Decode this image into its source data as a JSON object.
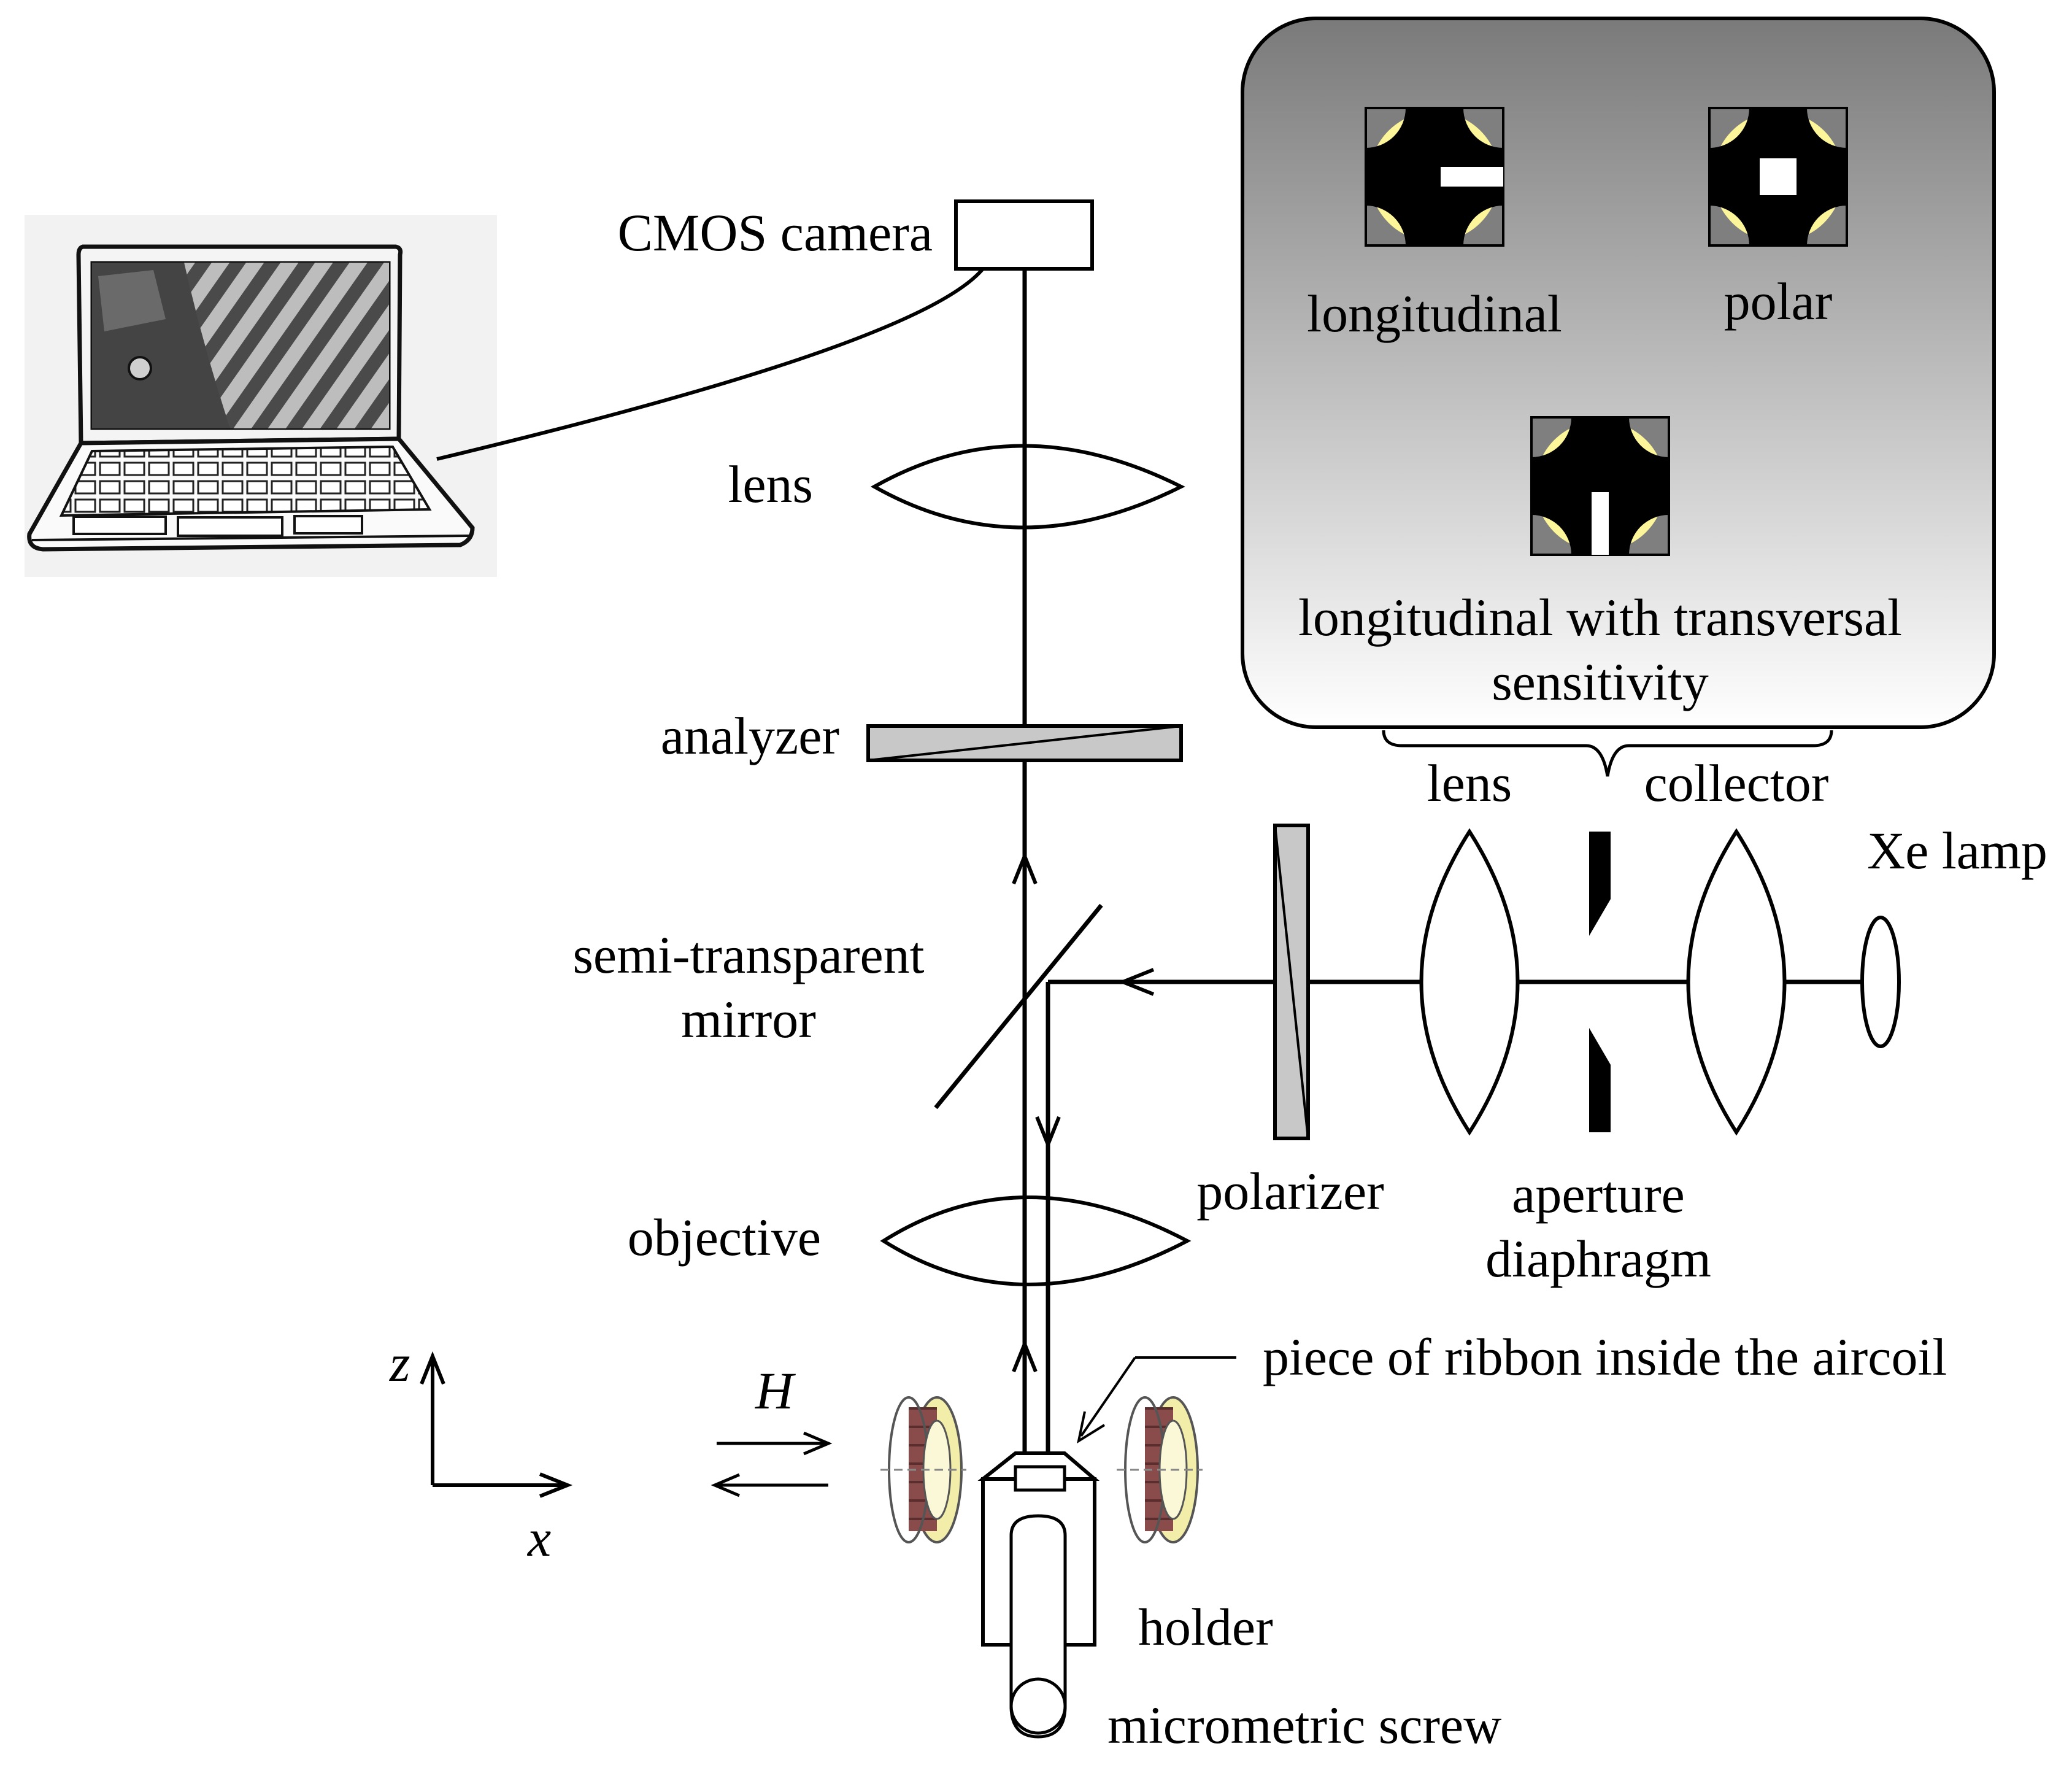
{
  "labels": {
    "cmos_camera": "CMOS camera",
    "lens_top": "lens",
    "analyzer": "analyzer",
    "semi_transparent_line1": "semi-transparent",
    "semi_transparent_line2": "mirror",
    "objective": "objective",
    "polarizer": "polarizer",
    "lens_right": "lens",
    "collector": "collector",
    "xe_lamp": "Xe lamp",
    "aperture_line1": "aperture",
    "aperture_line2": "diaphragm",
    "ribbon": "piece of ribbon inside the aircoil",
    "holder": "holder",
    "micrometric_screw": "micrometric screw",
    "field": "H",
    "axis_z": "z",
    "axis_x": "x"
  },
  "inset": {
    "longitudinal": "longitudinal",
    "polar": "polar",
    "transversal_line1": "longitudinal with transversal",
    "transversal_line2": "sensitivity"
  },
  "colors": {
    "inset_top": "#7a7a7a",
    "inset_bottom": "#ffffff",
    "aperture_fill": "#fdf59a",
    "optic_gray": "#c8c8c8",
    "coil_yellow": "#f2eeaa",
    "coil_wire": "#8a4b4b"
  },
  "icons": {
    "laptop": "laptop-icon",
    "coil_left": "coil-icon",
    "coil_right": "coil-icon"
  }
}
